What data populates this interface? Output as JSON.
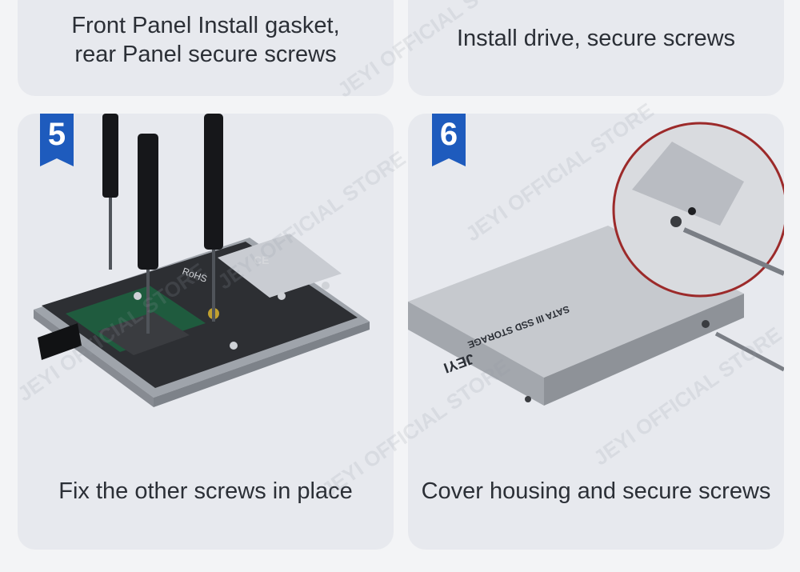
{
  "panels": {
    "top_left": {
      "lines": [
        "Front Panel Install gasket,",
        "rear Panel secure screws"
      ]
    },
    "top_right": {
      "lines": [
        "Install drive, secure screws"
      ]
    },
    "step5": {
      "number": "5",
      "caption": "Fix the other screws in place",
      "rohs_mark": "RoHS",
      "ce_mark": "CE"
    },
    "step6": {
      "number": "6",
      "caption": "Cover housing and secure screws",
      "drive_brand": "JEYI",
      "drive_label": "SATA III SSD STORAGE"
    }
  },
  "watermark": "JEYI OFFICIAL STORE",
  "colors": {
    "badge": "#1e5bbd",
    "card": "#e7e9ee",
    "text": "#2b2f36"
  }
}
